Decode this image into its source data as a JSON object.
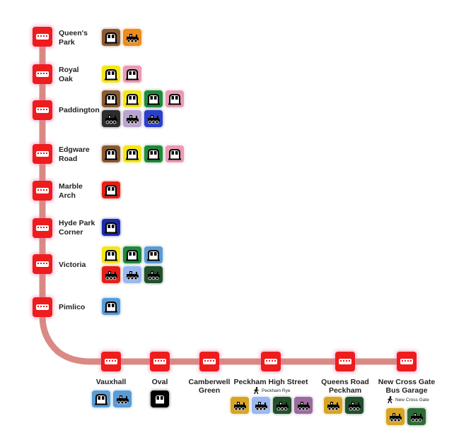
{
  "colors": {
    "route_line": "#d98a84",
    "stop_fill": "#ee1c1c",
    "stop_glow": "#ee7ab0",
    "label": "#222222"
  },
  "mode_colors": {
    "bakerloo": "#8a5a32",
    "circle": "#f4e51c",
    "district": "#1f8a3a",
    "hammersmith-city": "#e89bb5",
    "central": "#e32017",
    "victoria": "#5b9bd5",
    "piccadilly": "#1c2aa8",
    "elizabeth": "#6a4c98",
    "overground": "#f08a1c",
    "northern": "#000000",
    "metropolitan": "#9b1a57",
    "national-rail-dark": "#2d2d2d",
    "national-rail-lilac": "#b9a3cf",
    "national-rail-blue": "#2c3fc9",
    "national-rail-green": "#234f2c",
    "southern-green": "#2e6a36",
    "gold": "#d7a425",
    "light-blue": "#9ab8ef"
  },
  "stops": [
    {
      "name": "Queen's\nPark",
      "interchanges": [
        {
          "icon": "tube-icon",
          "color": "#8a5a32"
        },
        {
          "icon": "train-icon",
          "color": "#f08a1c"
        }
      ]
    },
    {
      "name": "Royal\nOak",
      "interchanges": [
        {
          "icon": "tube-icon",
          "color": "#f4e51c"
        },
        {
          "icon": "tube-icon",
          "color": "#e89bb5"
        }
      ]
    },
    {
      "name": "Paddington",
      "interchanges": [
        {
          "icon": "tube-icon",
          "color": "#8a5a32"
        },
        {
          "icon": "tube-icon",
          "color": "#f4e51c"
        },
        {
          "icon": "tube-icon",
          "color": "#1f8a3a"
        },
        {
          "icon": "tube-icon",
          "color": "#e89bb5"
        },
        {
          "icon": "train-icon",
          "color": "#2d2d2d"
        },
        {
          "icon": "train-icon",
          "color": "#b9a3cf"
        },
        {
          "icon": "train-icon",
          "color": "#2c3fc9"
        }
      ]
    },
    {
      "name": "Edgware\nRoad",
      "interchanges": [
        {
          "icon": "tube-icon",
          "color": "#8a5a32"
        },
        {
          "icon": "tube-icon",
          "color": "#f4e51c"
        },
        {
          "icon": "tube-icon",
          "color": "#1f8a3a"
        },
        {
          "icon": "tube-icon",
          "color": "#e89bb5"
        }
      ]
    },
    {
      "name": "Marble\nArch",
      "interchanges": [
        {
          "icon": "tube-icon",
          "color": "#e32017"
        }
      ]
    },
    {
      "name": "Hyde Park\nCorner",
      "interchanges": [
        {
          "icon": "tube-icon",
          "color": "#1c2aa8"
        }
      ]
    },
    {
      "name": "Victoria",
      "interchanges": [
        {
          "icon": "tube-icon",
          "color": "#f4e51c"
        },
        {
          "icon": "tube-icon",
          "color": "#1f8a3a"
        },
        {
          "icon": "tube-icon",
          "color": "#5b9bd5"
        },
        {
          "icon": "train-icon",
          "color": "#e32017"
        },
        {
          "icon": "train-icon",
          "color": "#9ab8ef"
        },
        {
          "icon": "train-icon",
          "color": "#234f2c"
        }
      ]
    },
    {
      "name": "Pimlico",
      "interchanges": [
        {
          "icon": "tube-icon",
          "color": "#5b9bd5"
        }
      ]
    },
    {
      "name": "Vauxhall",
      "interchanges": [
        {
          "icon": "tube-icon",
          "color": "#5b9bd5"
        },
        {
          "icon": "train-icon",
          "color": "#5b9bd5"
        }
      ]
    },
    {
      "name": "Oval",
      "interchanges": [
        {
          "icon": "tube-icon",
          "color": "#000000"
        }
      ]
    },
    {
      "name": "Camberwell\nGreen",
      "interchanges": []
    },
    {
      "name": "Peckham High Street",
      "walk_note": "Peckham Rye",
      "interchanges": [
        {
          "icon": "train-icon",
          "color": "#d7a425"
        },
        {
          "icon": "train-icon",
          "color": "#9ab8ef"
        },
        {
          "icon": "train-icon",
          "color": "#234f2c"
        },
        {
          "icon": "train-icon",
          "color": "#9b6a9e"
        }
      ]
    },
    {
      "name": "Queens Road\nPeckham",
      "interchanges": [
        {
          "icon": "train-icon",
          "color": "#d7a425"
        },
        {
          "icon": "train-icon",
          "color": "#234f2c"
        }
      ]
    },
    {
      "name": "New Cross Gate\nBus Garage",
      "walk_note": "New Cross Gate",
      "interchanges": [
        {
          "icon": "train-icon",
          "color": "#d7a425"
        },
        {
          "icon": "train-icon",
          "color": "#2e6a36"
        }
      ]
    }
  ]
}
